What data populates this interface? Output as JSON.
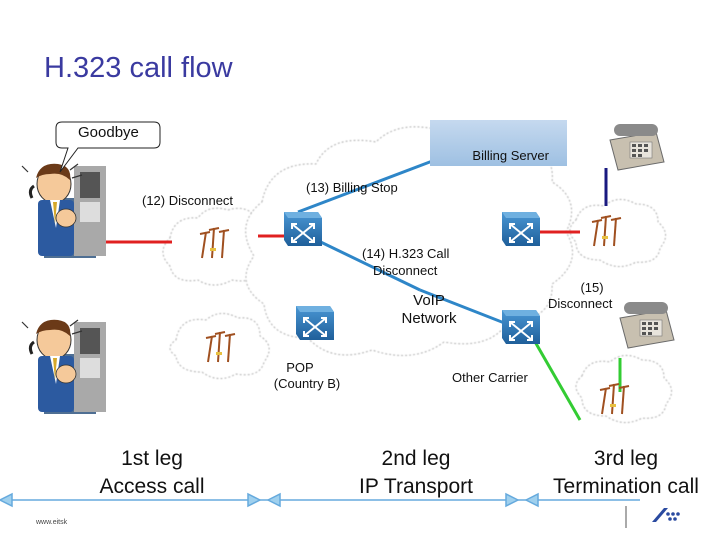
{
  "title": "H.323 call flow",
  "speech_bubble": "Goodbye",
  "billing_server": "Billing Server",
  "steps": {
    "disconnect_12": "(12) Disconnect",
    "billing_stop_13": "(13) Billing Stop",
    "h323_disconnect_14_line1": "(14) H.323 Call",
    "h323_disconnect_14_line2": "Disconnect",
    "disconnect_15_line1": "(15)",
    "disconnect_15_line2": "Disconnect"
  },
  "network": {
    "voip_line1": "VoIP",
    "voip_line2": "Network",
    "pop_line1": "POP",
    "pop_line2": "(Country B)",
    "other_carrier": "Other Carrier"
  },
  "legs": [
    {
      "line1": "1st leg",
      "line2": "Access call"
    },
    {
      "line1": "2nd leg",
      "line2": "IP Transport"
    },
    {
      "line1": "3rd leg",
      "line2": "Termination call"
    }
  ],
  "footer_url": "www.eitsk",
  "colors": {
    "title": "#3a3aa0",
    "line_blue": "#2e86c8",
    "line_red": "#e02020",
    "line_green": "#33cc33",
    "line_navy": "#1a1a80",
    "router": "#2f7fc0",
    "billing_box": "#b4cfea"
  }
}
